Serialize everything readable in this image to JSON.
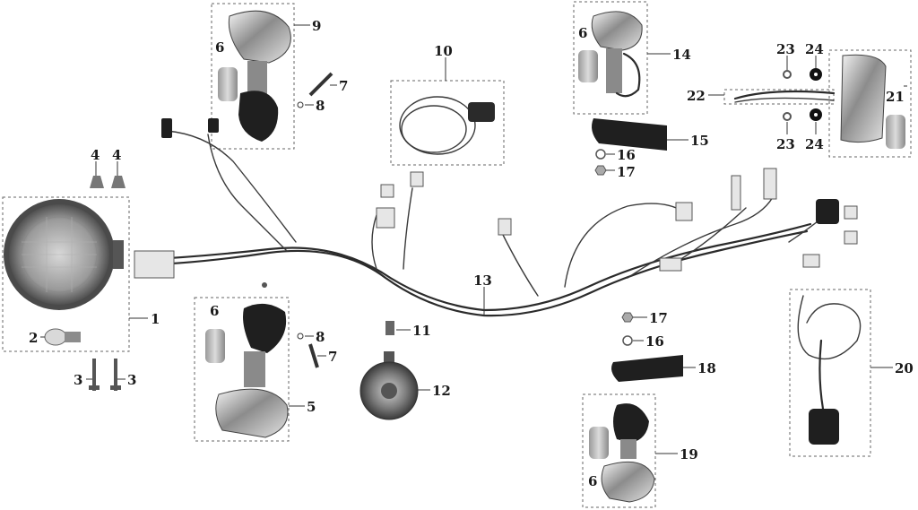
{
  "callouts": [
    {
      "id": "c1",
      "text": "1"
    },
    {
      "id": "c2",
      "text": "2"
    },
    {
      "id": "c3a",
      "text": "3"
    },
    {
      "id": "c3b",
      "text": "3"
    },
    {
      "id": "c4a",
      "text": "4"
    },
    {
      "id": "c4b",
      "text": "4"
    },
    {
      "id": "c5",
      "text": "5"
    },
    {
      "id": "c6a",
      "text": "6"
    },
    {
      "id": "c6b",
      "text": "6"
    },
    {
      "id": "c6c",
      "text": "6"
    },
    {
      "id": "c6d",
      "text": "6"
    },
    {
      "id": "c7a",
      "text": "7"
    },
    {
      "id": "c7b",
      "text": "7"
    },
    {
      "id": "c8a",
      "text": "8"
    },
    {
      "id": "c8b",
      "text": "8"
    },
    {
      "id": "c9",
      "text": "9"
    },
    {
      "id": "c10",
      "text": "10"
    },
    {
      "id": "c11",
      "text": "11"
    },
    {
      "id": "c12",
      "text": "12"
    },
    {
      "id": "c13",
      "text": "13"
    },
    {
      "id": "c14",
      "text": "14"
    },
    {
      "id": "c15",
      "text": "15"
    },
    {
      "id": "c16a",
      "text": "16"
    },
    {
      "id": "c16b",
      "text": "16"
    },
    {
      "id": "c17a",
      "text": "17"
    },
    {
      "id": "c17b",
      "text": "17"
    },
    {
      "id": "c18",
      "text": "18"
    },
    {
      "id": "c19",
      "text": "19"
    },
    {
      "id": "c20",
      "text": "20"
    },
    {
      "id": "c21",
      "text": "21"
    },
    {
      "id": "c22",
      "text": "22"
    },
    {
      "id": "c23a",
      "text": "23"
    },
    {
      "id": "c23b",
      "text": "23"
    },
    {
      "id": "c24a",
      "text": "24"
    },
    {
      "id": "c24b",
      "text": "24"
    }
  ]
}
